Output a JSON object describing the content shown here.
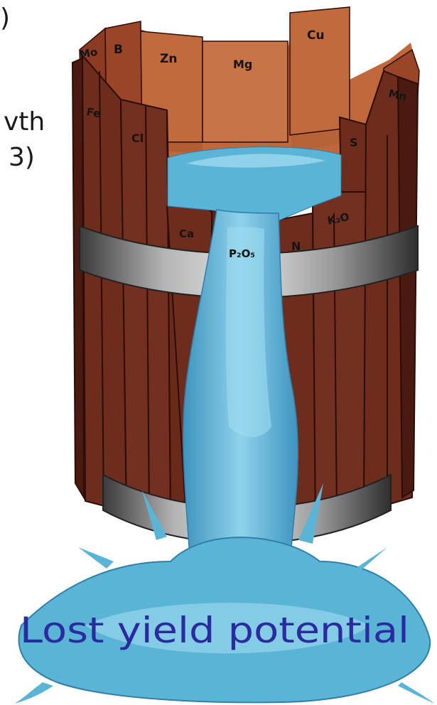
{
  "side_text": {
    "line1": ")",
    "line2": "vth",
    "line3": "3)"
  },
  "staves": {
    "mo": "Mo",
    "b": "B",
    "zn": "Zn",
    "mg": "Mg",
    "cu": "Cu",
    "mn": "Mn",
    "fe": "Fe",
    "cl": "Cl",
    "s": "S",
    "ca": "Ca",
    "p2o5": "P₂O₅",
    "n": "N",
    "k2o": "K₂O"
  },
  "caption": "Lost yield potential",
  "colors": {
    "wood": "#6e2c1c",
    "wood_dark": "#4a1a10",
    "wood_inner": "#c0683c",
    "band": "#8a8a8a",
    "water": "#5ab4d6",
    "water_light": "#8fd2ea",
    "caption": "#2c2aa0"
  }
}
